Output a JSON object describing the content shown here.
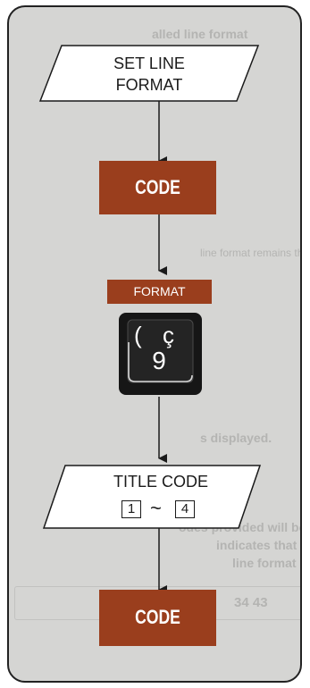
{
  "steps": {
    "set_line_format": {
      "line1": "SET LINE",
      "line2": "FORMAT"
    },
    "code_top": "CODE",
    "format_tag": "FORMAT",
    "key": {
      "top_left": "(",
      "top_right": "ç",
      "bottom": "9"
    },
    "title_code": {
      "label": "TITLE CODE",
      "from": "1",
      "to": "4",
      "separator": "~"
    },
    "code_bottom": "CODE"
  },
  "colors": {
    "code_box": "#9a3e1d",
    "background": "#d5d5d3",
    "key_face": "#161616"
  },
  "show_through_text": {
    "line1": "alled line format",
    "line2": "line format remains the previous",
    "line3": "s displayed.",
    "line4": "odes     provided   will  be",
    "line5": "indicates  that the  title  code",
    "line6": "line format",
    "line7": "34   43"
  }
}
